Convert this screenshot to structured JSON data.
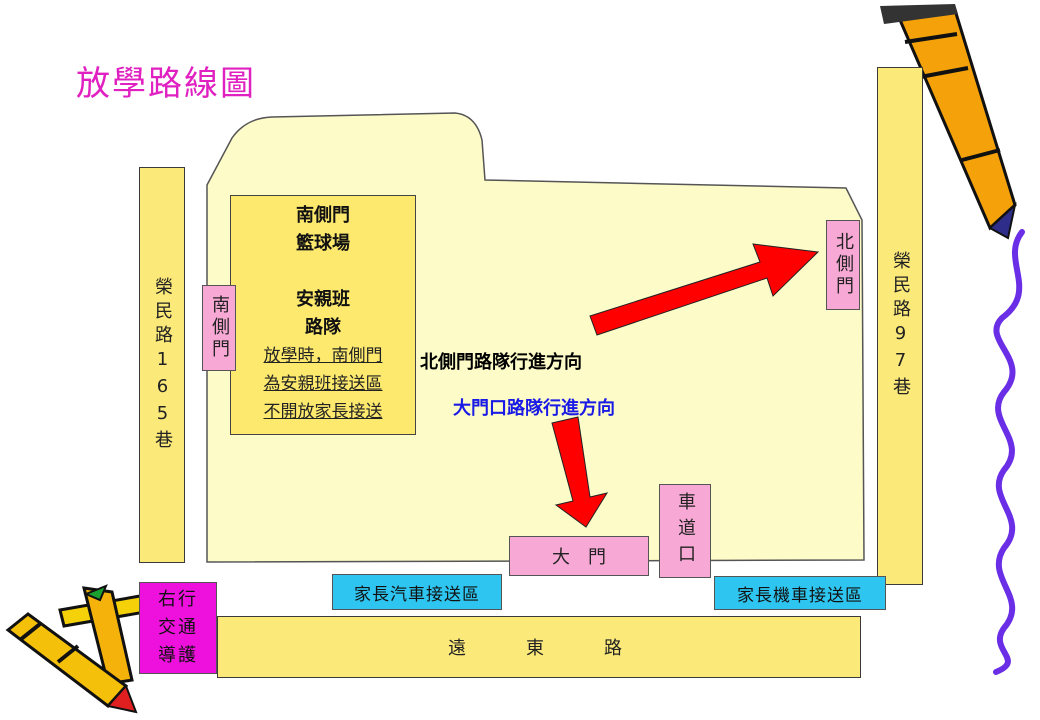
{
  "title": "放學路線圖",
  "roads": {
    "left": "榮民路165巷",
    "right": "榮民路97巷",
    "bottom": "遠　　東　　路"
  },
  "court": {
    "line1": "南側門",
    "line2": "籃球場",
    "line3": "安親班",
    "line4": "路隊",
    "note1": "放學時，南側門",
    "note2": "為安親班接送區",
    "note3": "不開放家長接送"
  },
  "gates": {
    "south": "南側門",
    "north": "北側門",
    "main": "大　門",
    "ramp": "車道口"
  },
  "routes": {
    "north": "北側門路隊行進方向",
    "main": "大門口路隊行進方向"
  },
  "zones": {
    "car": "家長汽車接送區",
    "scooter": "家長機車接送區",
    "traffic": "右行交通導護"
  },
  "colors": {
    "title": "#e020c0",
    "road": "#fbe97a",
    "campus": "#fdfbc8",
    "gate": "#f7a8d4",
    "zone": "#2ec6f0",
    "traffic": "#ee10dd",
    "arrow": "#ff0000",
    "main_label": "#1a1ae6"
  }
}
